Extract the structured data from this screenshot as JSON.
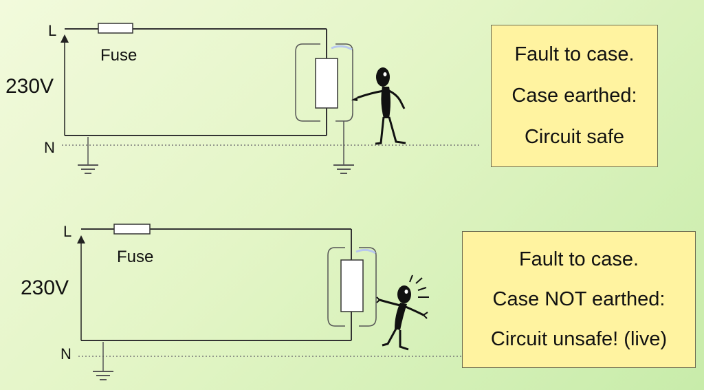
{
  "top": {
    "live_label": "L",
    "neutral_label": "N",
    "voltage_label": "230V",
    "fuse_label": "Fuse",
    "note_lines": [
      "Fault to case.",
      "Case earthed:",
      "Circuit safe"
    ]
  },
  "bottom": {
    "live_label": "L",
    "neutral_label": "N",
    "voltage_label": "230V",
    "fuse_label": "Fuse",
    "note_lines": [
      "Fault to case.",
      "Case NOT earthed:",
      "Circuit unsafe! (live)"
    ]
  },
  "colors": {
    "wire": "#333333",
    "note_fill": "#fff3a0",
    "glow": "#b8c8ee"
  }
}
